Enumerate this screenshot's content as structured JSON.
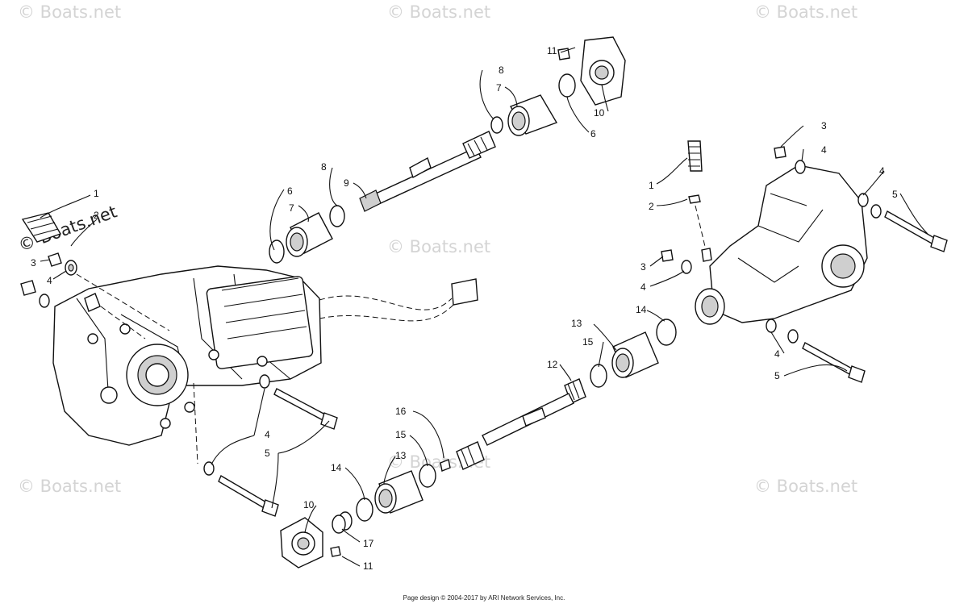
{
  "watermark": "© Boats.net",
  "footer": "Page design © 2004-2017 by ARI Network Services, Inc.",
  "callouts": {
    "c1": "1",
    "c2": "2",
    "c3": "3",
    "c4": "4",
    "c5": "5",
    "c6": "6",
    "c7": "7",
    "c8": "8",
    "c9": "9",
    "c10": "10",
    "c11": "11",
    "c12": "12",
    "c13": "13",
    "c14": "14",
    "c15": "15",
    "c16": "16",
    "c17": "17"
  },
  "colors": {
    "line": "#111111",
    "watermark": "#d4d4d4"
  }
}
